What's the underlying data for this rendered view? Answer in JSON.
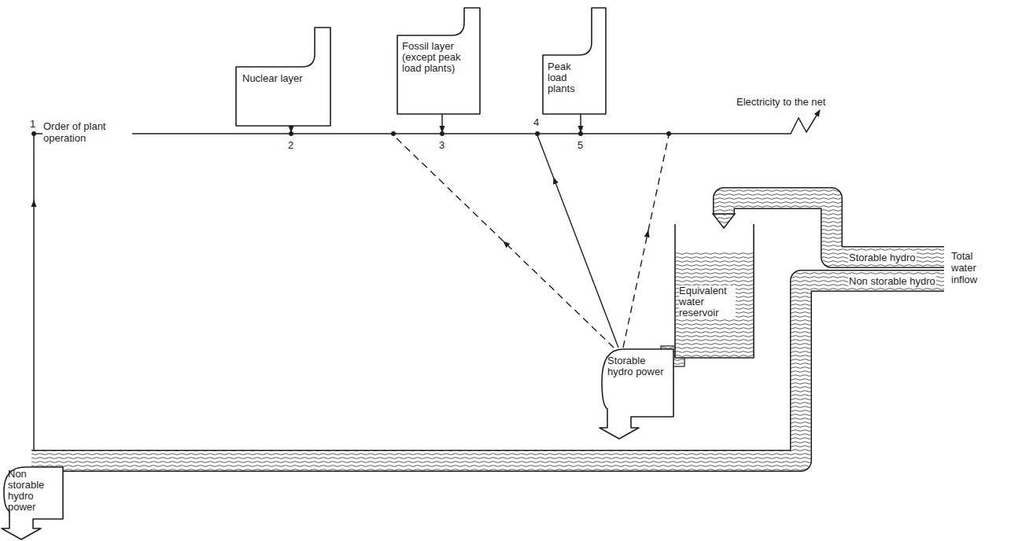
{
  "diagram": {
    "nodes": [
      {
        "text": [
          "Nuclear layer"
        ]
      },
      {
        "text": [
          "Fossil layer (except peak load plants)"
        ]
      },
      {
        "text": [
          "Peak load plants"
        ]
      },
      {
        "text": [
          "Equivalent water reservoir"
        ]
      },
      {
        "text": [
          "Storable hydro power"
        ]
      },
      {
        "text": [
          "Non storable hydro power"
        ]
      }
    ],
    "labels": [
      "1",
      "Order of plant operation",
      "2",
      "3",
      "4",
      "5",
      "Electricity to the net",
      "Storable hydro",
      "Non storable hydro",
      "Total water inflow"
    ]
  }
}
